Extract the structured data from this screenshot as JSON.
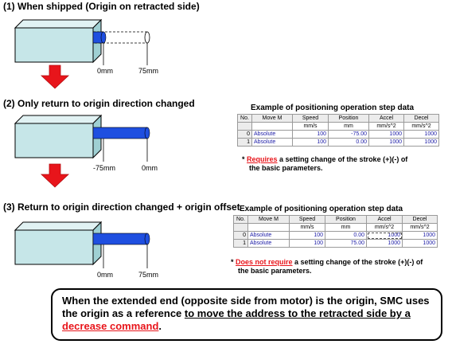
{
  "sections": [
    {
      "heading": "(1) When shipped (Origin on retracted side)",
      "ticks": [
        "0mm",
        "75mm"
      ]
    },
    {
      "heading": "(2) Only return to origin direction changed",
      "ticks": [
        "-75mm",
        "0mm"
      ]
    },
    {
      "heading": "(3) Return to origin direction changed + origin offset",
      "ticks": [
        "0mm",
        "75mm"
      ]
    }
  ],
  "tables": [
    {
      "title": "Example of positioning operation step data",
      "headers": [
        "No.",
        "Move M",
        "Speed",
        "Position",
        "Accel",
        "Decel"
      ],
      "units": [
        "",
        "",
        "mm/s",
        "mm",
        "mm/s^2",
        "mm/s^2"
      ],
      "rows": [
        [
          "0",
          "Absolute",
          "100",
          "-75.00",
          "1000",
          "1000"
        ],
        [
          "1",
          "Absolute",
          "100",
          "0.00",
          "1000",
          "1000"
        ]
      ],
      "note": {
        "star": "*",
        "emph": "Requires",
        "rest": " a setting change of the stroke (+)(-) of",
        "line2": "the basic  parameters."
      }
    },
    {
      "title": "Example of positioning operation step data",
      "headers": [
        "No.",
        "Move M",
        "Speed",
        "Position",
        "Accel",
        "Decel"
      ],
      "units": [
        "",
        "",
        "mm/s",
        "mm",
        "mm/s^2",
        "mm/s^2"
      ],
      "rows": [
        [
          "0",
          "Absolute",
          "100",
          "0.00",
          "1000",
          "1000"
        ],
        [
          "1",
          "Absolute",
          "100",
          "75.00",
          "1000",
          "1000"
        ]
      ],
      "note": {
        "star": "*",
        "emph": "Does not require",
        "rest": " a setting change of the stroke (+)(-) of",
        "line2": "the basic parameters."
      }
    }
  ],
  "callout": {
    "part1": "When the extended end (opposite side from motor) is the origin, SMC uses the origin as a reference ",
    "underlined": "to move the address to the retracted side by a ",
    "red": "decrease command",
    "end": "."
  },
  "colors": {
    "box_fill": "#c6e6e8",
    "rod_fill": "#1f4fe0",
    "arrow_fill": "#e8151b",
    "accent_red": "#e8151b",
    "value_blue": "#1a1aa6"
  }
}
